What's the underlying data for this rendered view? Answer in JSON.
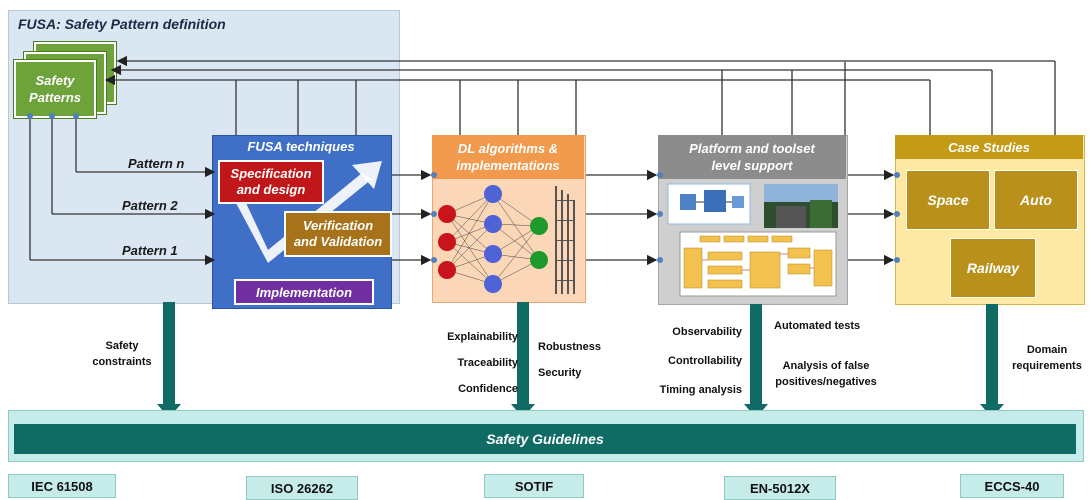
{
  "fusa_panel": {
    "title": "FUSA: Safety Pattern definition"
  },
  "safety_patterns": {
    "label_line1": "Safety",
    "label_line2": "Patterns"
  },
  "patterns": [
    "Pattern n",
    "Pattern 2",
    "Pattern 1"
  ],
  "fusa_techniques": {
    "title": "FUSA techniques",
    "spec_line1": "Specification",
    "spec_line2": "and design",
    "verif_line1": "Verification",
    "verif_line2": "and Validation",
    "impl": "Implementation"
  },
  "dl": {
    "title_line1": "DL algorithms &",
    "title_line2": "implementations"
  },
  "platform": {
    "title_line1": "Platform and toolset",
    "title_line2": "level support"
  },
  "case_studies": {
    "title": "Case Studies",
    "space": "Space",
    "auto": "Auto",
    "railway": "Railway"
  },
  "annotations": {
    "safety_constraints_line1": "Safety",
    "safety_constraints_line2": "constraints",
    "dl_col1": [
      "Explainability",
      "Traceability",
      "Confidence"
    ],
    "dl_col2": [
      "Robustness",
      "Security"
    ],
    "plat_col1": [
      "Observability",
      "Controllability",
      "Timing analysis"
    ],
    "plat_col2_line1": "Automated tests",
    "plat_col2_line2": "Analysis of false",
    "plat_col2_line3": "positives/negatives",
    "domain_line1": "Domain",
    "domain_line2": "requirements"
  },
  "guidelines": {
    "title": "Safety Guidelines"
  },
  "standards": [
    "IEC 61508",
    "ISO 26262",
    "SOTIF",
    "EN-5012X",
    "ECCS-40"
  ],
  "colors": {
    "fusa_panel_bg": "#dbe6f3",
    "pattern_green": "#6ea23a",
    "techniques_blue": "#3f6fc7",
    "spec_red": "#c0171a",
    "verif_brown": "#a8721b",
    "impl_purple": "#7030a0",
    "dl_orange": "#f19a4e",
    "dl_body": "#fbd6b7",
    "platform_gray": "#8c8c8c",
    "platform_body": "#cfcfcf",
    "case_gold": "#c49a16",
    "case_body": "#fde9a3",
    "teal": "#0f6b63",
    "standard_bg": "#c5ece9"
  }
}
